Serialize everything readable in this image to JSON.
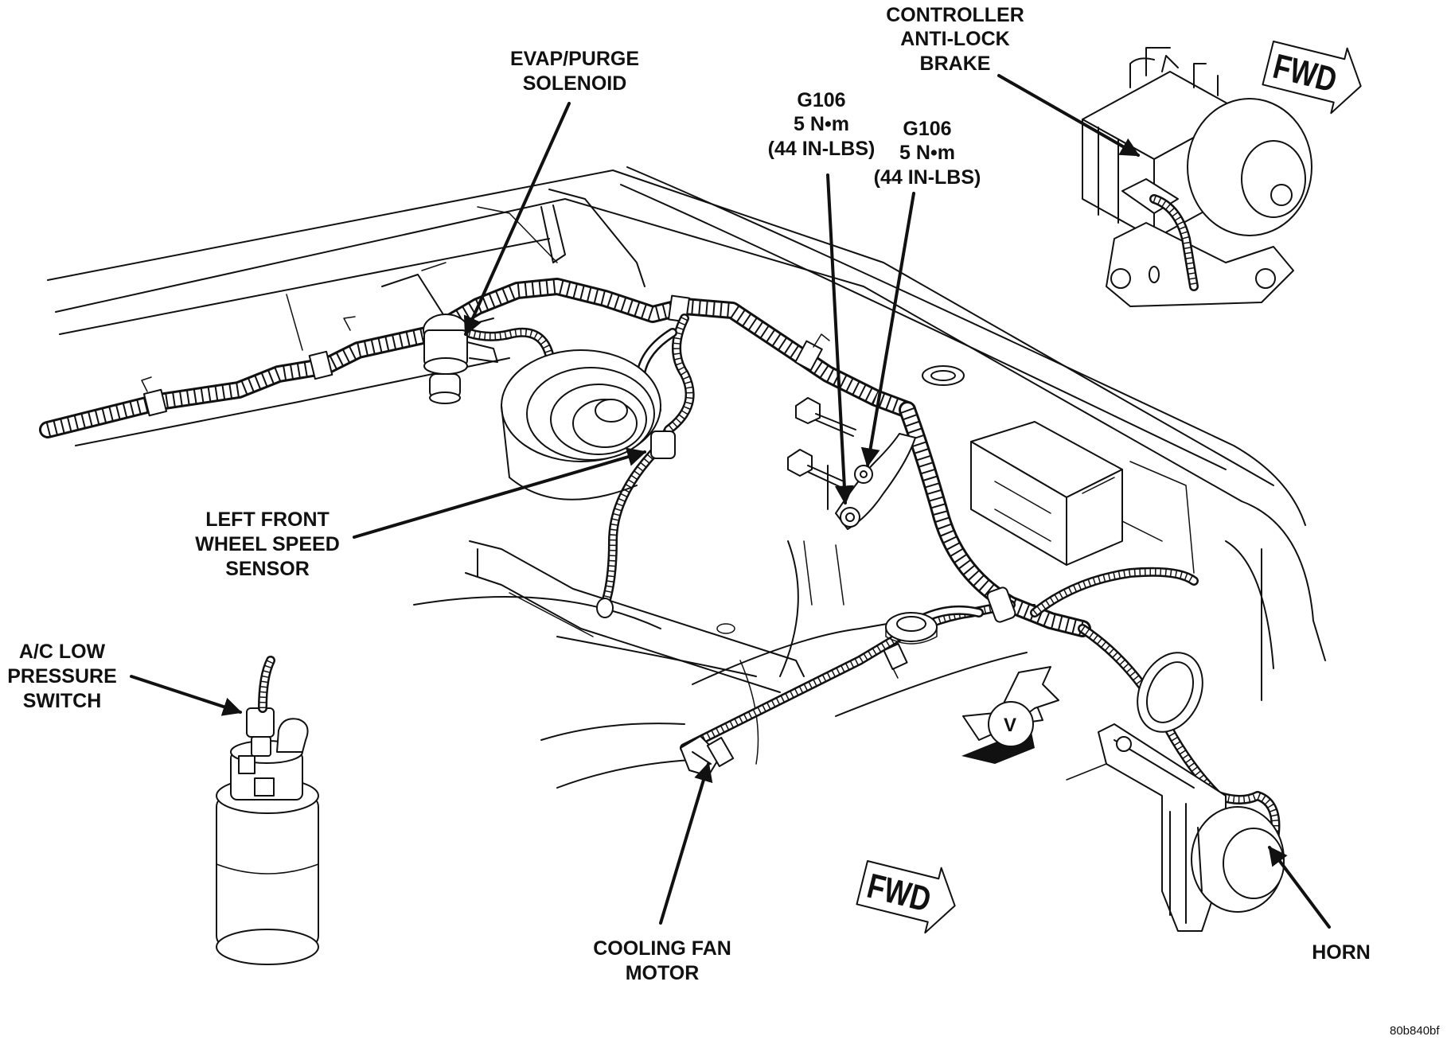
{
  "labels": {
    "evap_purge_solenoid": [
      "EVAP/PURGE",
      "SOLENOID"
    ],
    "controller_anti_lock_brake": [
      "CONTROLLER",
      "ANTI-LOCK",
      "BRAKE"
    ],
    "g106_left": [
      "G106",
      "5 N•m",
      "(44 IN-LBS)"
    ],
    "g106_right": [
      "G106",
      "5 N•m",
      "(44 IN-LBS)"
    ],
    "left_front_wheel_speed_sensor": [
      "LEFT FRONT",
      "WHEEL SPEED",
      "SENSOR"
    ],
    "ac_low_pressure_switch": [
      "A/C LOW",
      "PRESSURE",
      "SWITCH"
    ],
    "cooling_fan_motor": [
      "COOLING FAN",
      "MOTOR"
    ],
    "horn": [
      "HORN"
    ]
  },
  "badges": {
    "fwd_top": "FWD",
    "fwd_bottom": "FWD",
    "view_marker": "V"
  },
  "figure_code": "80b840bf"
}
